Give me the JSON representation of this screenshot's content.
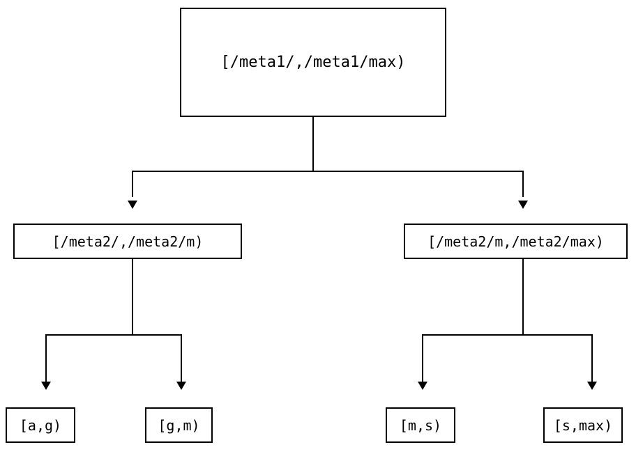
{
  "diagram": {
    "type": "tree",
    "orientation": "top-down",
    "background_color": "#ffffff",
    "line_color": "#000000",
    "text_color": "#000000",
    "nodes": {
      "root": {
        "label": "[/meta1/,/meta1/max)",
        "level": 1
      },
      "mid_left": {
        "label": "[/meta2/,/meta2/m)",
        "level": 2
      },
      "mid_right": {
        "label": "[/meta2/m,/meta2/max)",
        "level": 2
      },
      "leaf_1": {
        "label": "[a,g)",
        "level": 3
      },
      "leaf_2": {
        "label": "[g,m)",
        "level": 3
      },
      "leaf_3": {
        "label": "[m,s)",
        "level": 3
      },
      "leaf_4": {
        "label": "[s,max)",
        "level": 3
      }
    },
    "edges": [
      {
        "from": "root",
        "to": "mid_left",
        "arrow": "down"
      },
      {
        "from": "root",
        "to": "mid_right",
        "arrow": "down"
      },
      {
        "from": "mid_left",
        "to": "leaf_1",
        "arrow": "down"
      },
      {
        "from": "mid_left",
        "to": "leaf_2",
        "arrow": "down"
      },
      {
        "from": "mid_right",
        "to": "leaf_3",
        "arrow": "down"
      },
      {
        "from": "mid_right",
        "to": "leaf_4",
        "arrow": "down"
      }
    ]
  }
}
